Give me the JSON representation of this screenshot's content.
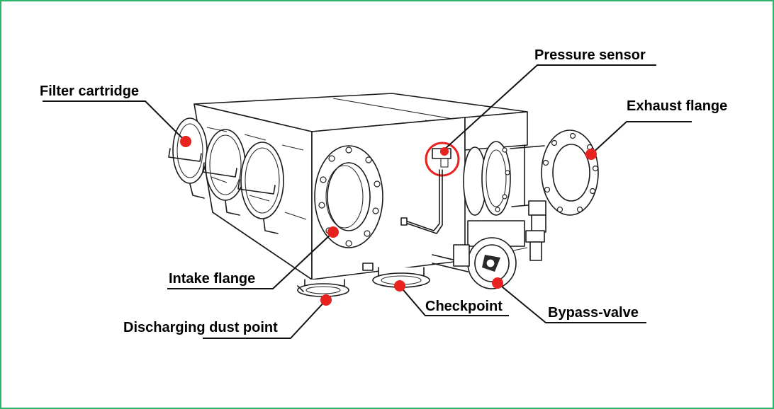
{
  "colors": {
    "border": "#2db36a",
    "marker": "#e8231f",
    "line": "#111111"
  },
  "labels": {
    "filter_cartridge": "Filter cartridge",
    "pressure_sensor": "Pressure sensor",
    "exhaust_flange": "Exhaust flange",
    "intake_flange": "Intake flange",
    "discharging_dust_point": "Discharging dust point",
    "checkpoint": "Checkpoint",
    "bypass_valve": "Bypass-valve"
  }
}
